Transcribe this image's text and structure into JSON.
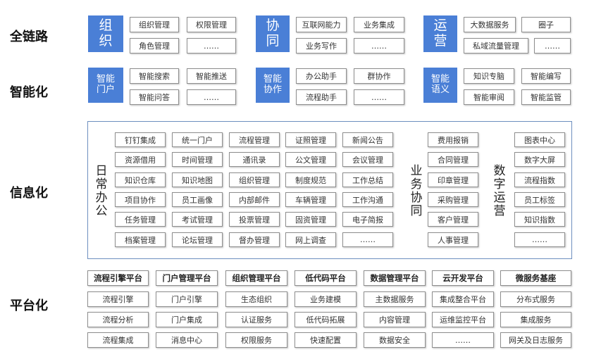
{
  "rows": {
    "full_chain": "全链路",
    "intelligent": "智能化",
    "information": "信息化",
    "platform": "平台化"
  },
  "chain_groups": [
    {
      "title": [
        "组",
        "织"
      ],
      "items": [
        "组织管理",
        "权限管理",
        "角色管理",
        "……"
      ]
    },
    {
      "title": [
        "协",
        "同"
      ],
      "items": [
        "互联网能力",
        "业务集成",
        "业务写作",
        "……"
      ]
    },
    {
      "title": [
        "运",
        "营"
      ],
      "items": [
        "大数据服务",
        "圈子",
        "私域流量管理",
        "……"
      ]
    }
  ],
  "smart_groups": [
    {
      "title": [
        "智能",
        "门户"
      ],
      "items": [
        "智能搜索",
        "智能推送",
        "智能问答",
        "……"
      ]
    },
    {
      "title": [
        "智能",
        "协作"
      ],
      "items": [
        "办公助手",
        "群协作",
        "流程助手",
        "……"
      ]
    },
    {
      "title": [
        "智能",
        "语义"
      ],
      "items": [
        "知识专脑",
        "智能编写",
        "智能审阅",
        "智能监管"
      ]
    }
  ],
  "info": {
    "office_label": [
      "日",
      "常",
      "办",
      "公"
    ],
    "office_grid": [
      [
        "钉钉集成",
        "统一门户",
        "流程管理",
        "证照管理",
        "新闻公告"
      ],
      [
        "资源借用",
        "时间管理",
        "通讯录",
        "公文管理",
        "会议管理"
      ],
      [
        "知识仓库",
        "知识地图",
        "组织管理",
        "制度规范",
        "工作总结"
      ],
      [
        "项目协作",
        "员工画像",
        "内部邮件",
        "车辆管理",
        "工作沟通"
      ],
      [
        "任务管理",
        "考试管理",
        "投票管理",
        "固资管理",
        "电子简报"
      ],
      [
        "档案管理",
        "论坛管理",
        "督办管理",
        "网上调查",
        "……"
      ]
    ],
    "biz_label": [
      "业",
      "务",
      "协",
      "同"
    ],
    "biz_items": [
      "费用报销",
      "合同管理",
      "印章管理",
      "采购管理",
      "客户管理",
      "人事管理"
    ],
    "ops_label": [
      "数",
      "字",
      "运",
      "营"
    ],
    "ops_items": [
      "图表中心",
      "数字大屏",
      "流程指数",
      "员工标签",
      "知识指数",
      "……"
    ]
  },
  "platform": {
    "headers": [
      "流程引擎平台",
      "门户管理平台",
      "组织管理平台",
      "低代码平台",
      "数据管理平台",
      "云开发平台",
      "微服务基座"
    ],
    "rows": [
      [
        "流程引擎",
        "门户引擎",
        "生态组织",
        "业务建模",
        "主数据服务",
        "集成整合平台",
        "分布式服务"
      ],
      [
        "流程分析",
        "门户集成",
        "认证服务",
        "低代码拓展",
        "内容管理",
        "运维监控平台",
        "集成服务"
      ],
      [
        "流程集成",
        "消息中心",
        "权限服务",
        "快速配置",
        "数据安全",
        "……",
        "网关及日志服务"
      ]
    ]
  }
}
